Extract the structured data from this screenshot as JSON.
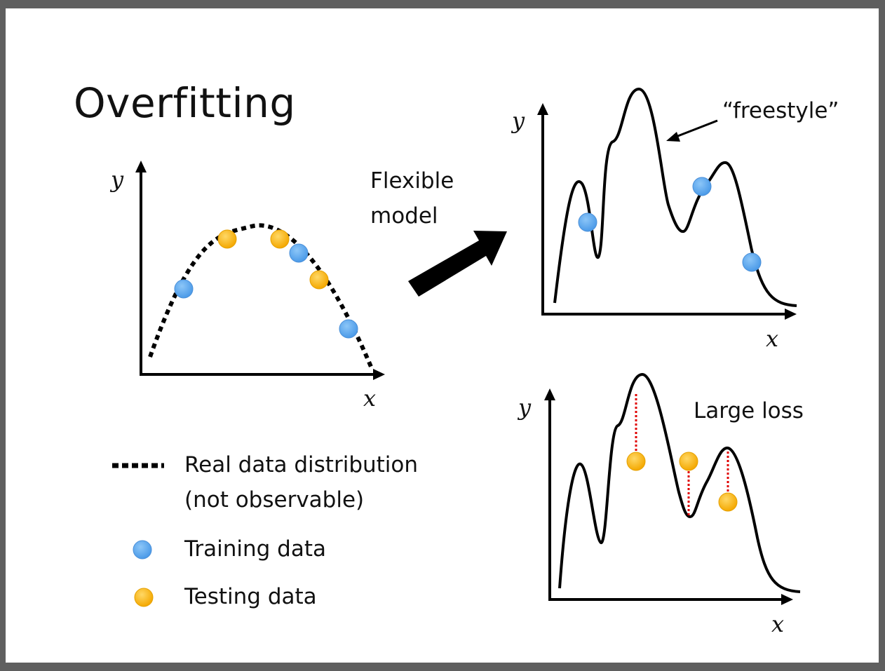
{
  "slide": {
    "title": "Overfitting",
    "arrow_label": [
      "Flexible",
      "model"
    ],
    "freestyle_label": "“freestyle”",
    "large_loss_label": "Large loss"
  },
  "axes": {
    "x": "x",
    "y": "y"
  },
  "legend": {
    "real_line1": "Real data distribution",
    "real_line2": "(not observable)",
    "training": "Training data",
    "testing": "Testing data"
  },
  "colors": {
    "training": "#5aa8f0",
    "testing": "#f9b81a",
    "curve": "#000000",
    "loss_line": "#e00000"
  },
  "icons": {
    "legend_real": "dotted-line-icon",
    "legend_training": "blue-dot-icon",
    "legend_testing": "orange-dot-icon",
    "transition": "thick-arrow-icon"
  }
}
